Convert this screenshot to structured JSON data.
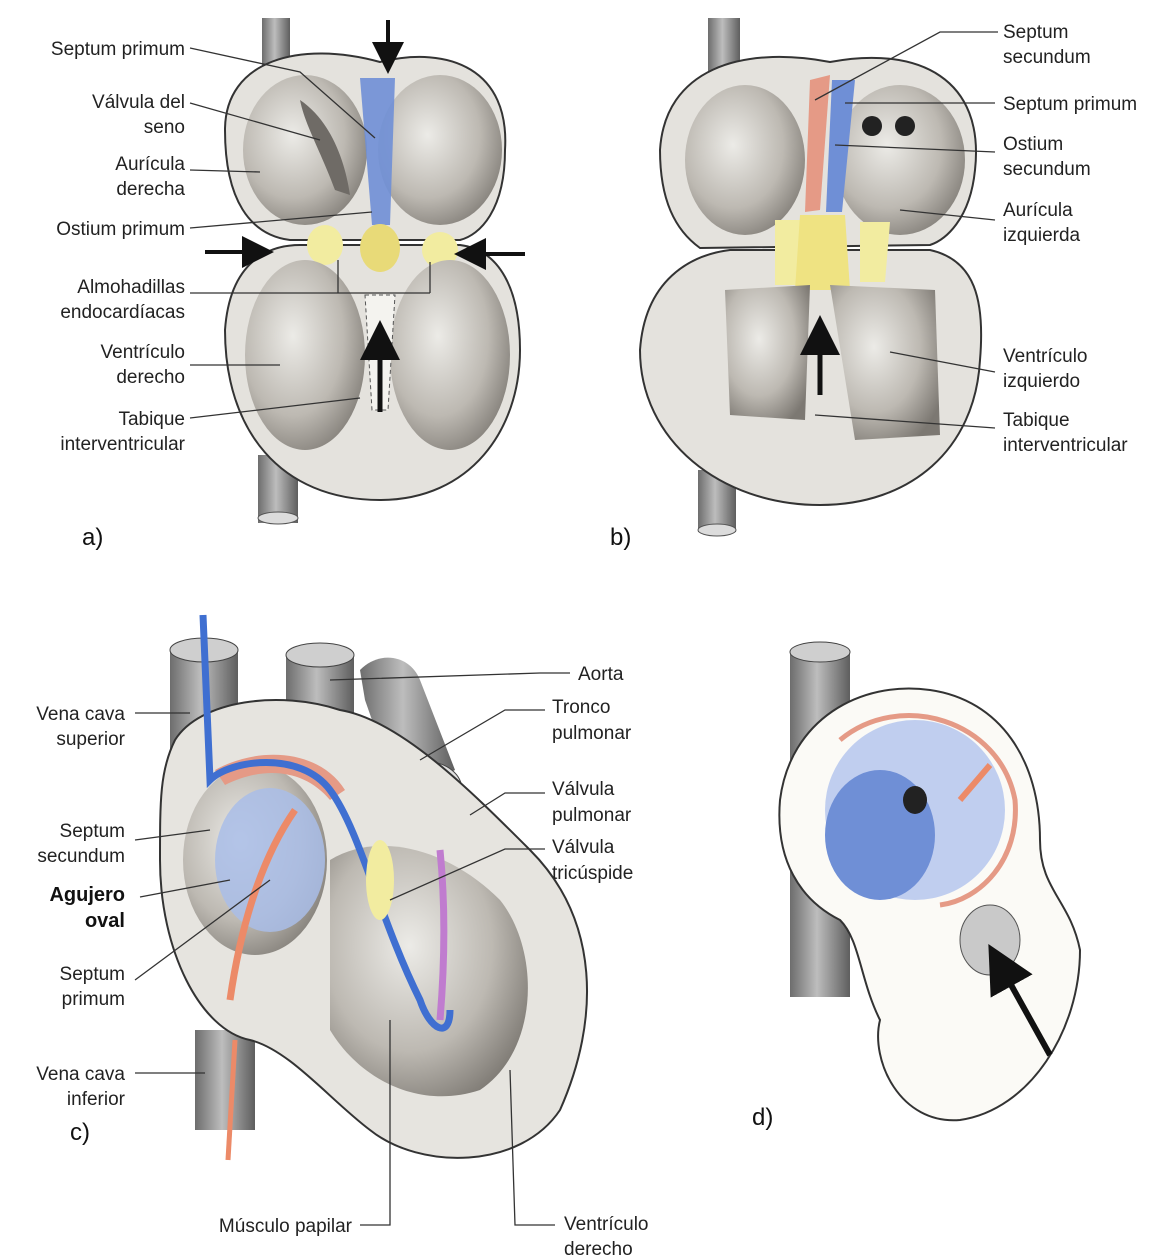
{
  "panels": {
    "a": {
      "letter": "a)",
      "labels": {
        "septum_primum": "Septum primum",
        "valvula_line1": "Válvula del",
        "valvula_line2": "seno",
        "auricula_line1": "Aurícula",
        "auricula_line2": "derecha",
        "ostium_primum": "Ostium primum",
        "almohadillas_line1": "Almohadillas",
        "almohadillas_line2": "endocardíacas",
        "ventriculo_line1": "Ventrículo",
        "ventriculo_line2": "derecho",
        "tabique_line1": "Tabique",
        "tabique_line2": "interventricular"
      }
    },
    "b": {
      "letter": "b)",
      "labels": {
        "septum_secundum_line1": "Septum",
        "septum_secundum_line2": "secundum",
        "septum_primum": "Septum primum",
        "ostium_line1": "Ostium",
        "ostium_line2": "secundum",
        "auricula_line1": "Aurícula",
        "auricula_line2": "izquierda",
        "ventriculo_line1": "Ventrículo",
        "ventriculo_line2": "izquierdo",
        "tabique_line1": "Tabique",
        "tabique_line2": "interventricular"
      }
    },
    "c": {
      "letter": "c)",
      "labels": {
        "vena_sup_line1": "Vena cava",
        "vena_sup_line2": "superior",
        "septum_secundum_line1": "Septum",
        "septum_secundum_line2": "secundum",
        "agujero_line1": "Agujero",
        "agujero_line2": "oval",
        "septum_primum_line1": "Septum",
        "septum_primum_line2": "primum",
        "vena_inf_line1": "Vena cava",
        "vena_inf_line2": "inferior",
        "aorta": "Aorta",
        "tronco_line1": "Tronco",
        "tronco_line2": "pulmonar",
        "valv_pulm_line1": "Válvula",
        "valv_pulm_line2": "pulmonar",
        "valv_tric_line1": "Válvula",
        "valv_tric_line2": "tricúspide",
        "musculo": "Músculo papilar",
        "ventriculo_line1": "Ventrículo",
        "ventriculo_line2": "derecho"
      }
    },
    "d": {
      "letter": "d)"
    }
  },
  "colors": {
    "tissue": "#d9d6d0",
    "tissue_dark": "#8e8a84",
    "septum_primum_blue": "#6f8fd6",
    "septum_secundum_pink": "#e59a86",
    "cushion_yellow": "#f2eca0",
    "flow_blue": "#3f6fd1",
    "flow_orange": "#ec8a68",
    "flow_purple": "#c07ccf",
    "vessel_gray": "#8d8d8d"
  }
}
